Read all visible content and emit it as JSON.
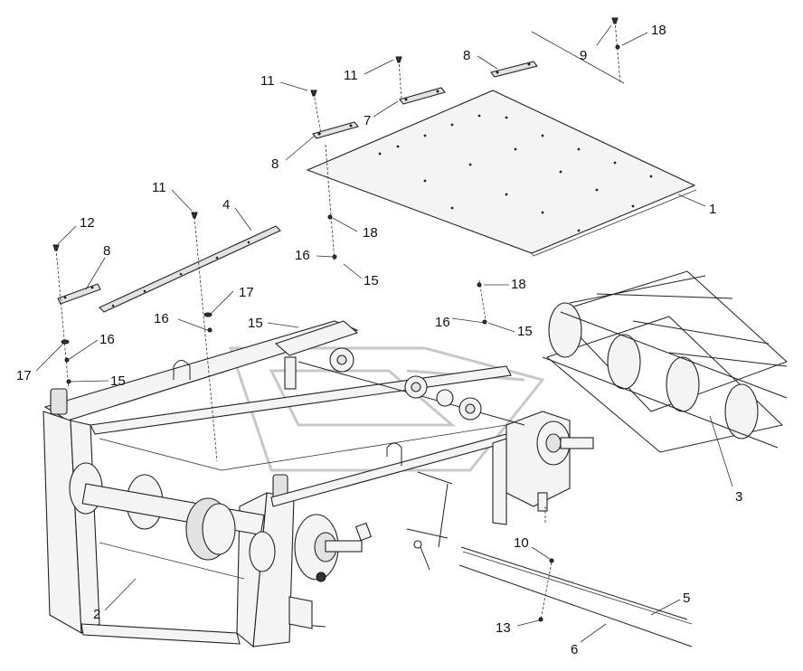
{
  "diagram": {
    "callouts": [
      {
        "id": "c-9",
        "text": "9"
      },
      {
        "id": "c-18a",
        "text": "18"
      },
      {
        "id": "c-8a",
        "text": "8"
      },
      {
        "id": "c-11a",
        "text": "11"
      },
      {
        "id": "c-11b",
        "text": "11"
      },
      {
        "id": "c-7",
        "text": "7"
      },
      {
        "id": "c-8b",
        "text": "8"
      },
      {
        "id": "c-1",
        "text": "1"
      },
      {
        "id": "c-11c",
        "text": "11"
      },
      {
        "id": "c-4",
        "text": "4"
      },
      {
        "id": "c-12",
        "text": "12"
      },
      {
        "id": "c-8c",
        "text": "8"
      },
      {
        "id": "c-18b",
        "text": "18"
      },
      {
        "id": "c-16a",
        "text": "16"
      },
      {
        "id": "c-15a",
        "text": "15"
      },
      {
        "id": "c-18c",
        "text": "18"
      },
      {
        "id": "c-17a",
        "text": "17"
      },
      {
        "id": "c-16b",
        "text": "16"
      },
      {
        "id": "c-15b",
        "text": "15"
      },
      {
        "id": "c-16c",
        "text": "16"
      },
      {
        "id": "c-15c",
        "text": "15"
      },
      {
        "id": "c-17b",
        "text": "17"
      },
      {
        "id": "c-16d",
        "text": "16"
      },
      {
        "id": "c-15d",
        "text": "15"
      },
      {
        "id": "c-3",
        "text": "3"
      },
      {
        "id": "c-2",
        "text": "2"
      },
      {
        "id": "c-10",
        "text": "10"
      },
      {
        "id": "c-5",
        "text": "5"
      },
      {
        "id": "c-13",
        "text": "13"
      },
      {
        "id": "c-6",
        "text": "6"
      }
    ]
  }
}
